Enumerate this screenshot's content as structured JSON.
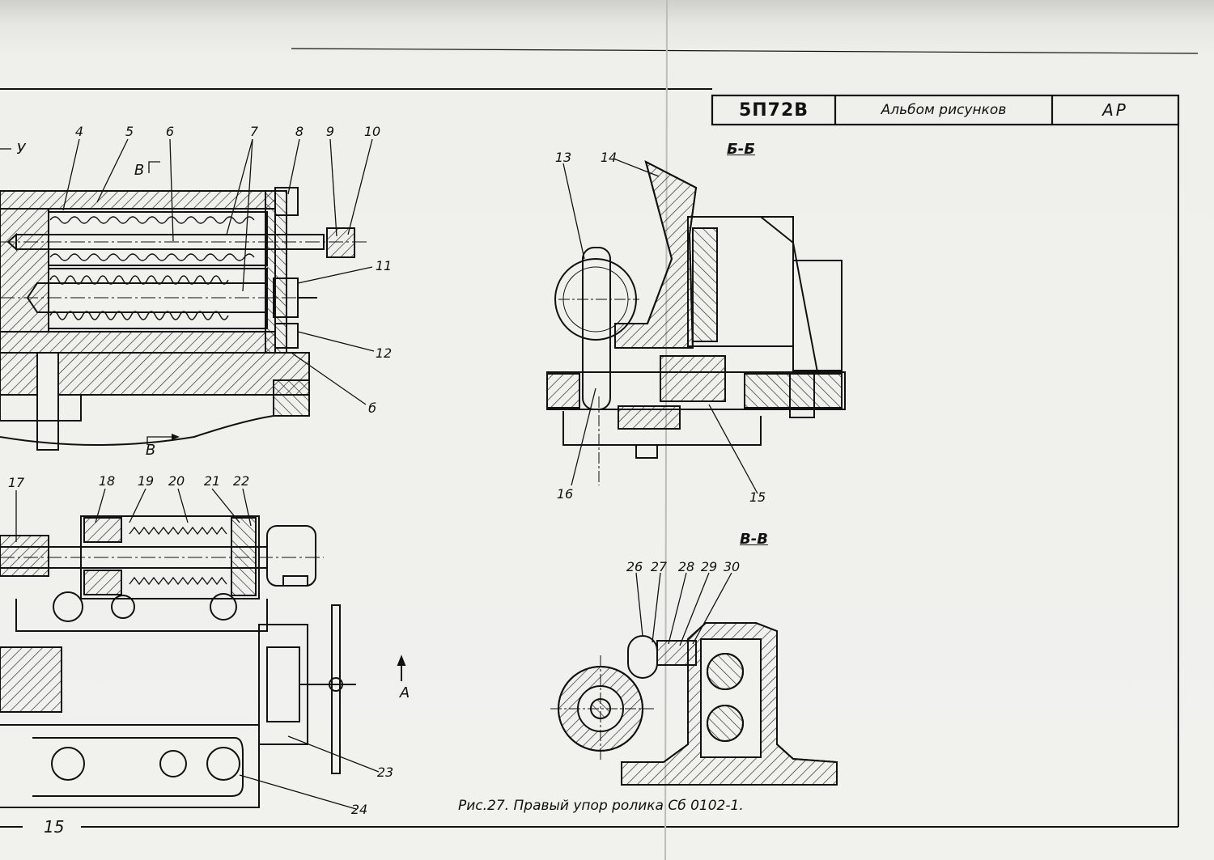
{
  "title_block": {
    "drawing_code": "5П72В",
    "album_title": "Альбом рисунков",
    "series_code": "АР"
  },
  "caption": "Рис.27. Правый упор ролика Сб 0102-1.",
  "page_number": "15",
  "sections": {
    "bb": "Б-Б",
    "vv": "В-В"
  },
  "view_markers": {
    "top_v": "В",
    "left_u": "У",
    "bottom_v": "В",
    "arrow_a": "А"
  },
  "part_labels": {
    "p4": "4",
    "p5": "5",
    "p6": "6",
    "p7": "7",
    "p8": "8",
    "p9": "9",
    "p10": "10",
    "p11": "11",
    "p12": "12",
    "p6b": "б",
    "p13": "13",
    "p14": "14",
    "p15": "15",
    "p16": "16",
    "p17": "17",
    "p18": "18",
    "p19": "19",
    "p20": "20",
    "p21": "21",
    "p22": "22",
    "p23": "23",
    "p24": "24",
    "p26": "26",
    "p27": "27",
    "p28": "28",
    "p29": "29",
    "p30": "30"
  }
}
